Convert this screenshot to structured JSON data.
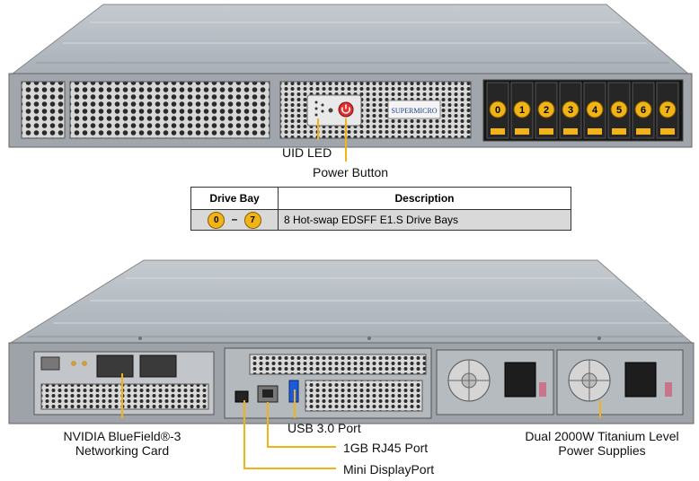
{
  "front": {
    "bay_numbers": [
      "0",
      "1",
      "2",
      "3",
      "4",
      "5",
      "6",
      "7"
    ],
    "brand": "SUPERMICRO",
    "callouts": {
      "uid_led": "UID LED",
      "power_button": "Power Button"
    }
  },
  "legend": {
    "col_bay": "Drive Bay",
    "col_desc": "Description",
    "row": {
      "bay_from": "0",
      "dash": "–",
      "bay_to": "7",
      "description": "8 Hot-swap EDSFF E1.S Drive Bays"
    }
  },
  "rear": {
    "callouts": {
      "nic_line1": "NVIDIA BlueField®-3",
      "nic_line2": "Networking Card",
      "usb": "USB 3.0 Port",
      "rj45": "1GB RJ45 Port",
      "displayport": "Mini DisplayPort",
      "psu_line1": "Dual 2000W Titanium Level",
      "psu_line2": "Power Supplies"
    }
  },
  "colors": {
    "callout_line": "#f0b418",
    "badge": "#f0b418",
    "chassis_top": "#b9c0c7",
    "chassis_face": "#9ea4aa"
  }
}
